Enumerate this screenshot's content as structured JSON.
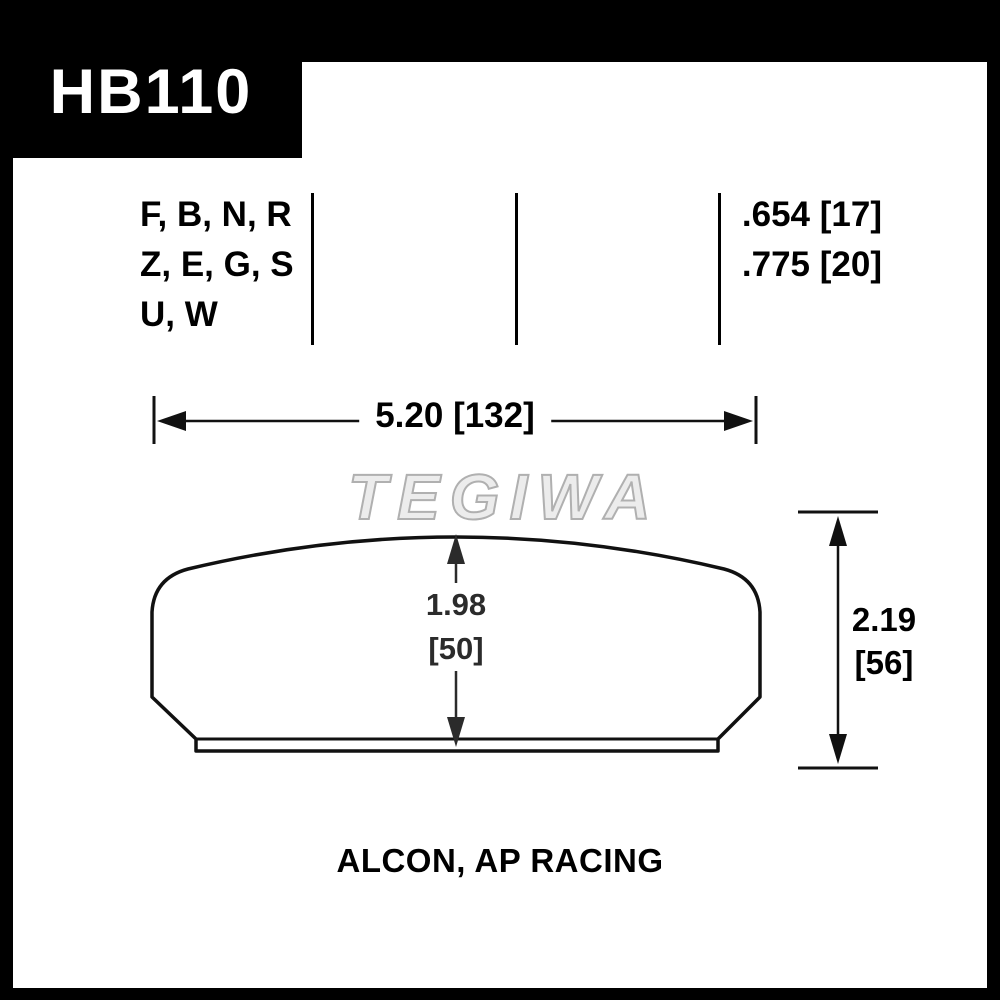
{
  "header": {
    "part_number": "HB110"
  },
  "spec_table": {
    "compounds": [
      "F, B, N, R",
      "Z, E, G, S",
      "U, W"
    ],
    "thicknesses": [
      ".654 [17]",
      ".775 [20]"
    ]
  },
  "dimensions": {
    "width": "5.20 [132]",
    "pad_height_in": "1.98",
    "pad_height_mm": "[50]",
    "overall_height_in": "2.19",
    "overall_height_mm": "[56]"
  },
  "watermark": "TEGIWA",
  "footer": {
    "application": "ALCON, AP RACING"
  },
  "colors": {
    "frame": "#000000",
    "background": "#ffffff",
    "line": "#111111",
    "text": "#000000",
    "watermark_fill": "#ececec",
    "watermark_outline": "#b0b0b0"
  }
}
